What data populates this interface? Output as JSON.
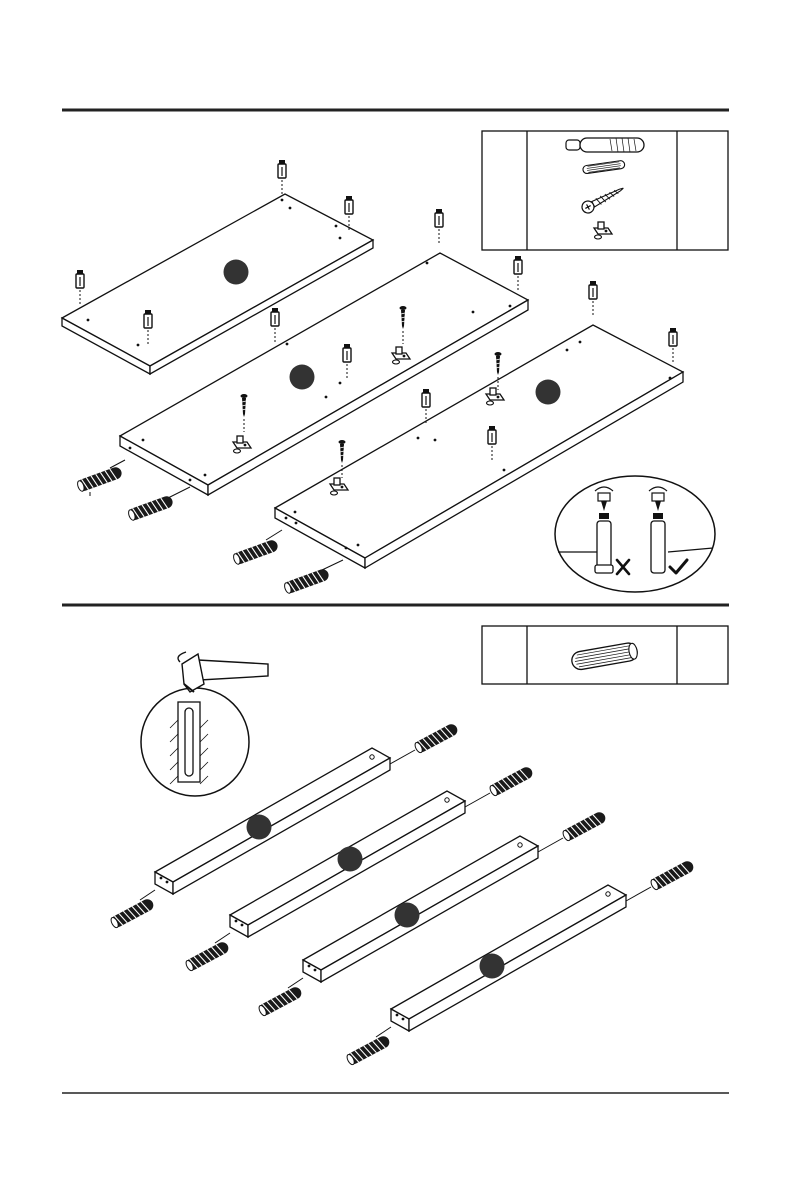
{
  "page": {
    "background": "#ffffff",
    "ink": "#111111"
  },
  "step_one": {
    "hardware_box": {
      "items": [
        "cam-bolt-icon",
        "wood-dowel-icon",
        "wood-screw-icon",
        "shelf-clip-icon"
      ]
    },
    "panels": [
      {
        "name": "top-panel",
        "part_badge": ""
      },
      {
        "name": "middle-panel",
        "part_badge": ""
      },
      {
        "name": "right-panel",
        "part_badge": ""
      }
    ],
    "detail_callout": {
      "items": [
        "incorrect-mark-icon",
        "correct-mark-icon"
      ]
    }
  },
  "step_two": {
    "hardware_box": {
      "items": [
        "wood-dowel-icon"
      ]
    },
    "rails": [
      {
        "name": "rail-1",
        "part_badge": ""
      },
      {
        "name": "rail-2",
        "part_badge": ""
      },
      {
        "name": "rail-3",
        "part_badge": ""
      },
      {
        "name": "rail-4",
        "part_badge": ""
      }
    ],
    "detail_callout": {
      "items": [
        "hammer-icon",
        "dowel-insert-icon"
      ]
    }
  }
}
